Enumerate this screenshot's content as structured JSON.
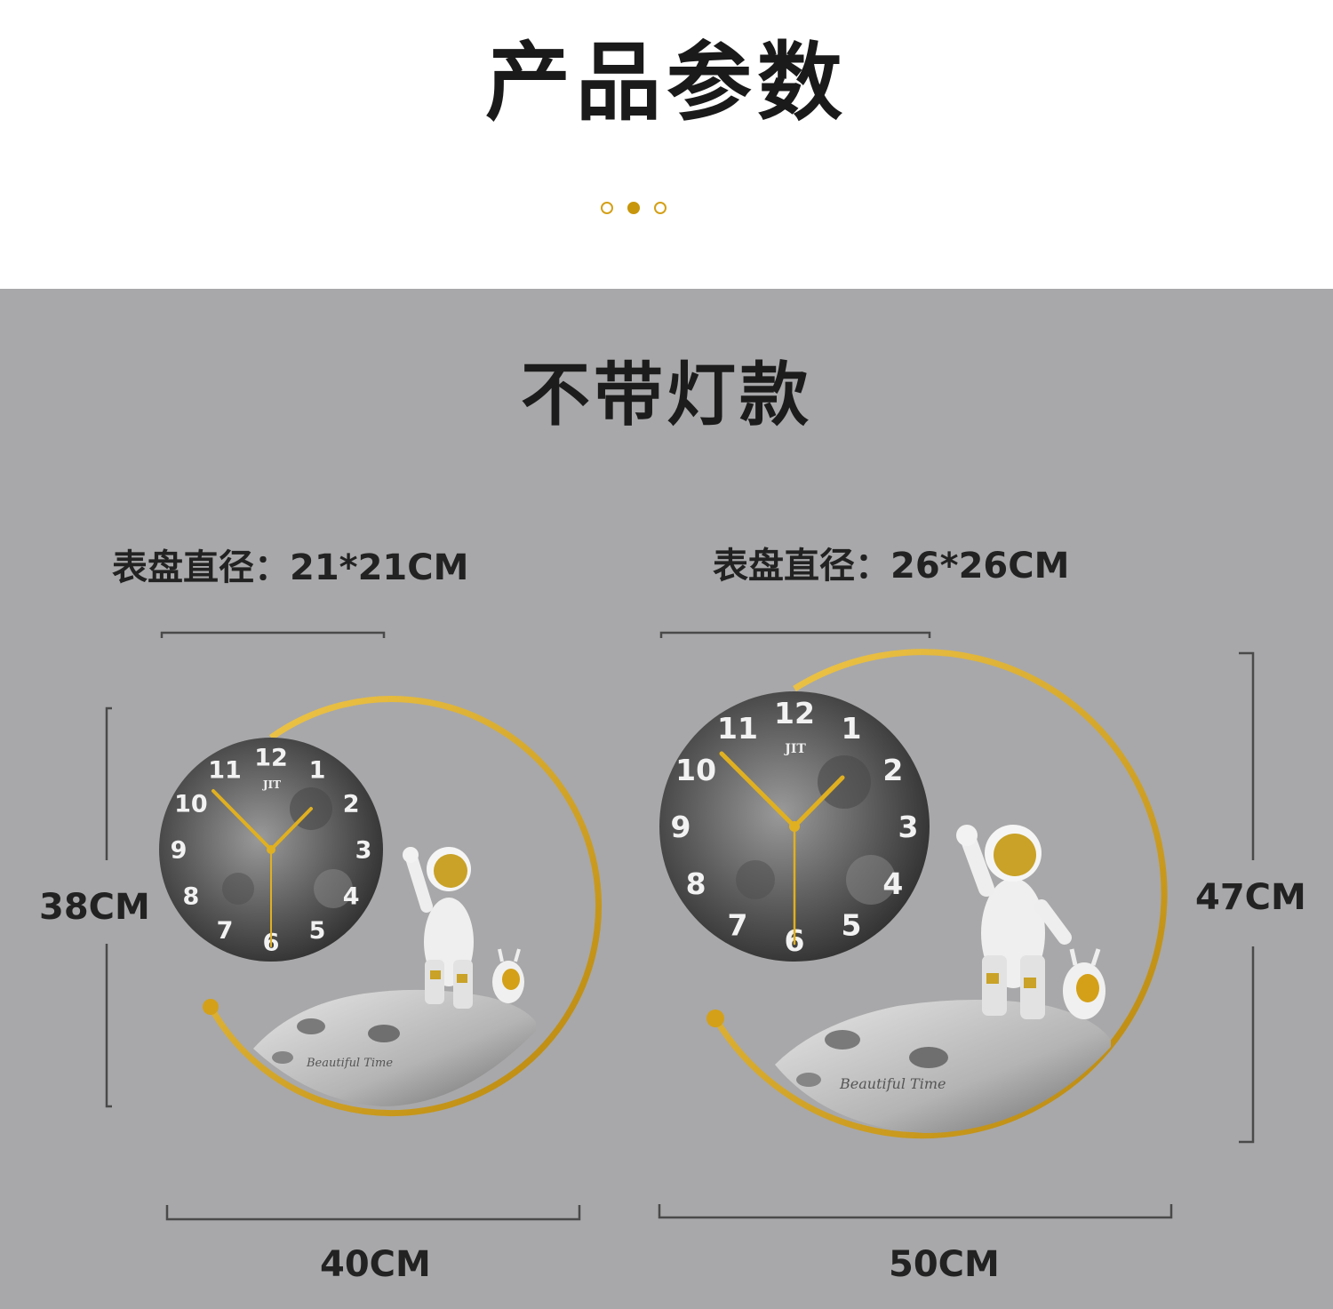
{
  "header": {
    "title": "产品参数",
    "dots": [
      "outline",
      "filled",
      "outline"
    ]
  },
  "section": {
    "title": "不带灯款"
  },
  "products": [
    {
      "dial_label": "表盘直径：21*21CM",
      "height": "38CM",
      "width": "40CM",
      "clock_numbers": [
        "12",
        "1",
        "2",
        "3",
        "4",
        "5",
        "6",
        "7",
        "8",
        "9",
        "10",
        "11"
      ],
      "brand_mark": "JIT",
      "script_text": "Beautiful Time"
    },
    {
      "dial_label": "表盘直径：26*26CM",
      "height": "47CM",
      "width": "50CM",
      "clock_numbers": [
        "12",
        "1",
        "2",
        "3",
        "4",
        "5",
        "6",
        "7",
        "8",
        "9",
        "10",
        "11"
      ],
      "brand_mark": "JIT",
      "script_text": "Beautiful Time"
    }
  ],
  "colors": {
    "gold": "#d4a017",
    "panel": "#a8a8aa",
    "text": "#222222"
  }
}
